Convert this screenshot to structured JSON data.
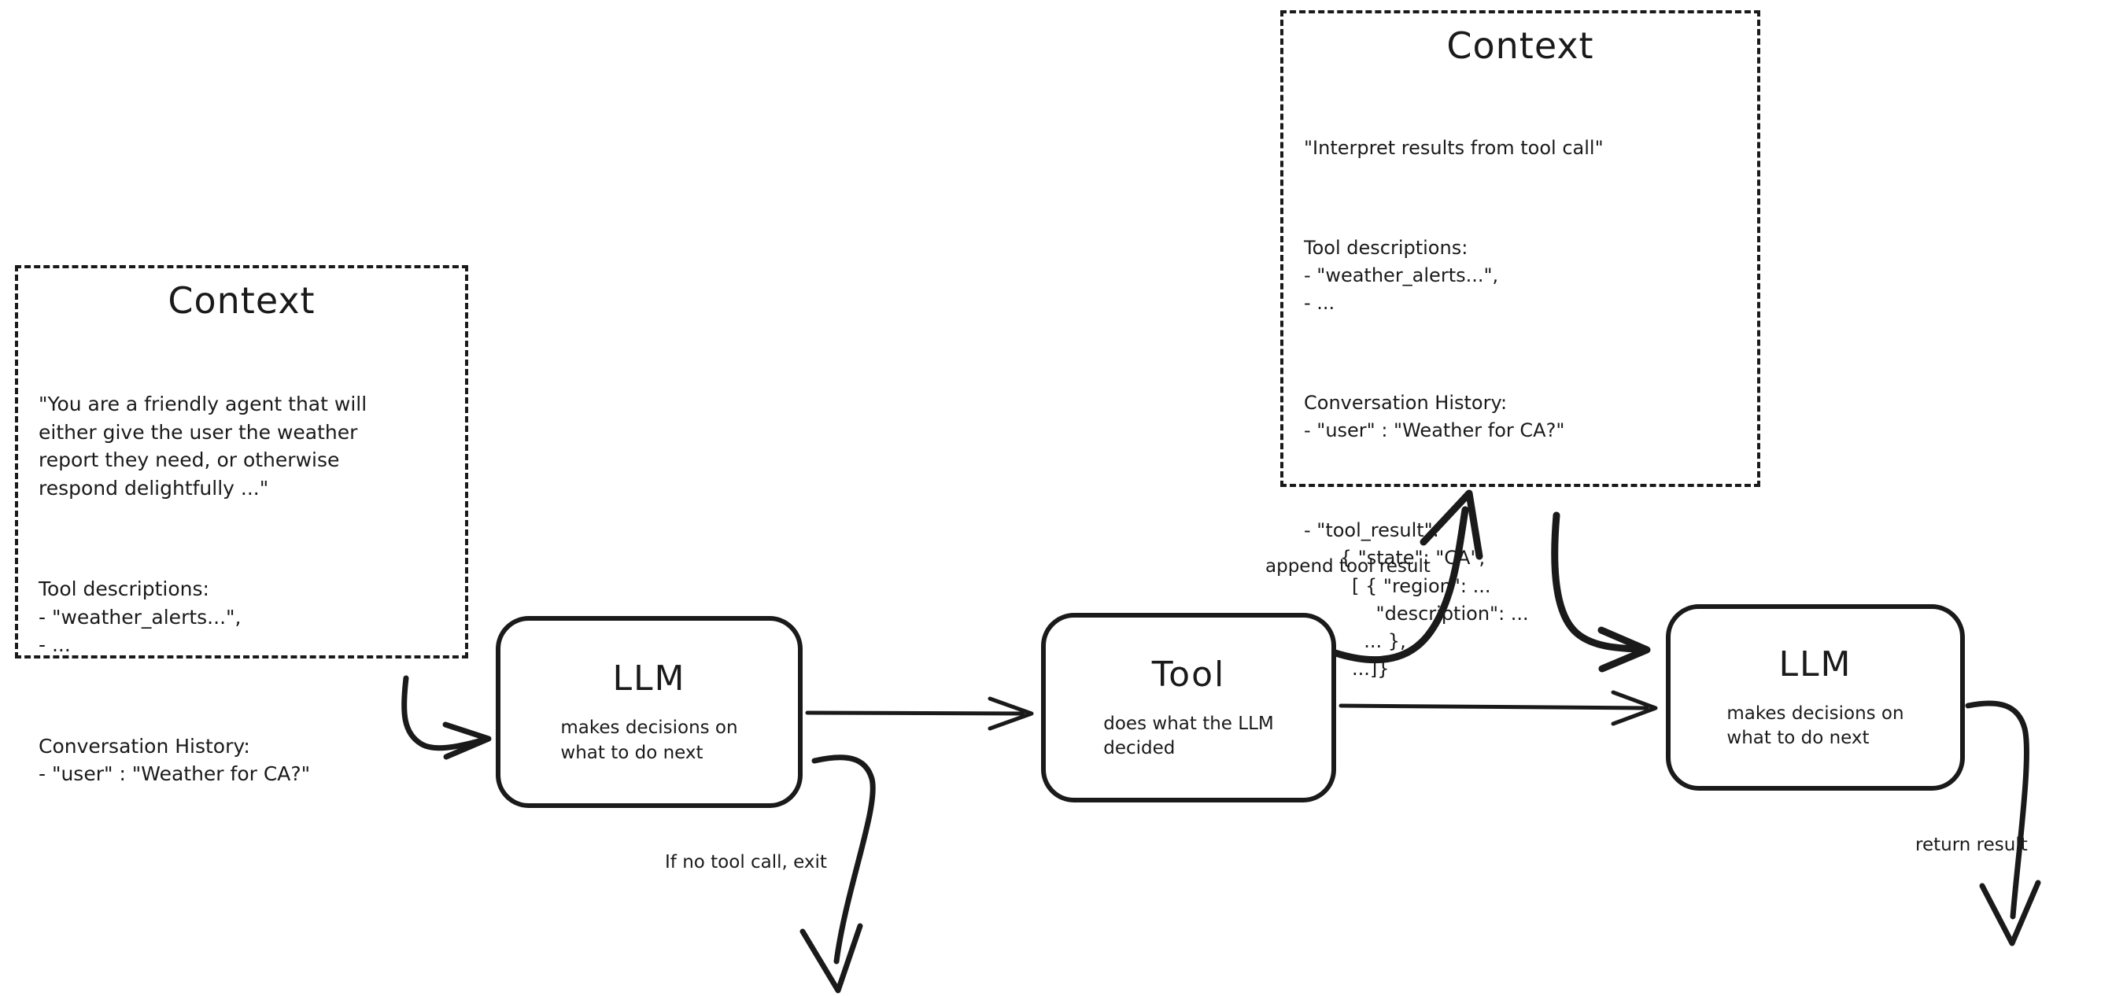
{
  "diagram": {
    "title": "Agent loop with tool calling",
    "background_color": "#ffffff",
    "ink_color": "#1a1a1a"
  },
  "context_left": {
    "title": "Context",
    "system_prompt": "\"You are a friendly agent that will\neither give the user the weather\nreport they need, or otherwise\nrespond delightfully ...\"",
    "tool_descriptions": "Tool descriptions:\n- \"weather_alerts...\",\n- ...",
    "conversation_history": "Conversation History:\n- \"user\" : \"Weather for CA?\""
  },
  "context_right": {
    "title": "Context",
    "system_prompt": "\"Interpret results from tool call\"",
    "tool_descriptions": "Tool descriptions:\n- \"weather_alerts...\",\n- ...",
    "conversation_history": "Conversation History:\n- \"user\" : \"Weather for CA?\"",
    "tool_result": "- \"tool_result\":\n      { \"state\": \"CA\",\n        [ { \"region\": ...\n            \"description\": ...\n          ... },\n        ...]}"
  },
  "nodes": {
    "llm_1": {
      "title": "LLM",
      "subtitle": "makes decisions on\nwhat to do next"
    },
    "tool": {
      "title": "Tool",
      "subtitle": "does what the LLM\ndecided"
    },
    "llm_2": {
      "title": "LLM",
      "subtitle": "makes decisions on\nwhat to do next"
    }
  },
  "edges": {
    "context_to_llm1": "",
    "llm1_to_tool": "",
    "llm1_exit": "If no tool call, exit",
    "tool_to_context": "append tool result",
    "context_to_llm2": "",
    "tool_to_llm2": "",
    "llm2_return": "return result"
  }
}
